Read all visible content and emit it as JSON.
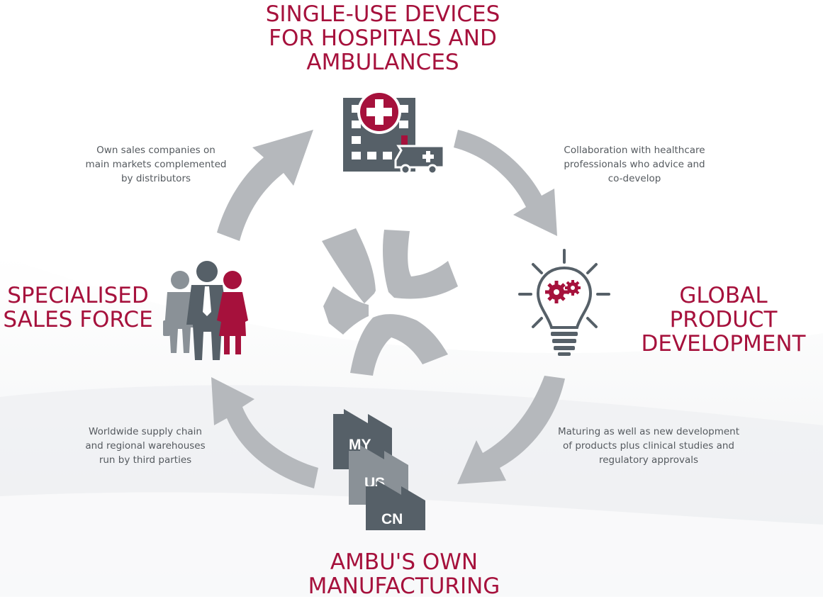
{
  "colors": {
    "accent": "#a6113c",
    "icon_dark": "#566068",
    "icon_mid": "#8a9197",
    "arrow": "#b5b8bc",
    "caption_text": "#555a5f"
  },
  "headings": {
    "top": "SINGLE-USE DEVICES\nFOR HOSPITALS AND\nAMBULANCES",
    "left": "SPECIALISED\nSALES FORCE",
    "right": "GLOBAL PRODUCT\nDEVELOPMENT",
    "bottom": "AMBU'S OWN\nMANUFACTURING"
  },
  "captions": {
    "top_left": "Own sales companies on\nmain markets complemented\nby distributors",
    "top_right": "Collaboration with healthcare\nprofessionals who advice and\nco-develop",
    "bottom_left": "Worldwide supply chain\nand regional warehouses\nrun by third parties",
    "bottom_right": "Maturing as well as new development\nof products plus clinical studies and\nregulatory approvals"
  },
  "factories": {
    "labels": [
      "MY",
      "US",
      "CN"
    ]
  },
  "icons": {
    "top": "hospital-ambulance-icon",
    "right": "lightbulb-gears-icon",
    "bottom": "factories-icon",
    "left": "sales-team-people-icon",
    "center": "ambu-logo-icon"
  }
}
